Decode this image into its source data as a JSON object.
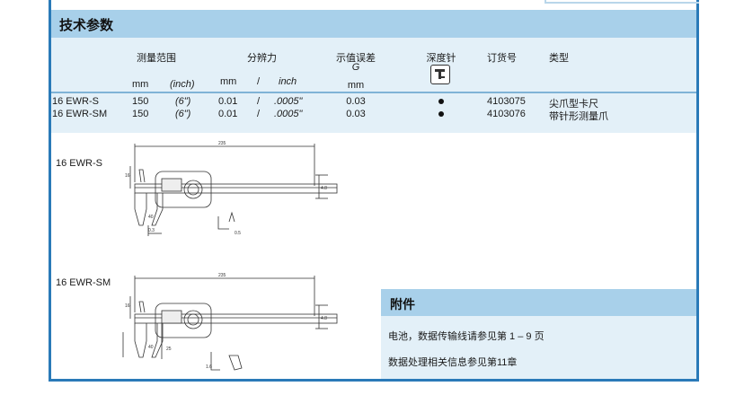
{
  "section_title": "技术参数",
  "table": {
    "headers": {
      "range": "测量范围",
      "resolution": "分辨力",
      "error": "示值误差",
      "error_symbol": "G",
      "depth_probe": "深度针",
      "order_no": "订货号",
      "type": "类型"
    },
    "units": {
      "range_mm": "mm",
      "range_inch": "(inch)",
      "res_mm": "mm",
      "res_sep": "/",
      "res_inch": "inch",
      "error_mm": "mm"
    },
    "rows": [
      {
        "model": "16 EWR-S",
        "range_mm": "150",
        "range_inch": "(6\")",
        "res_mm": "0.01",
        "sep": "/",
        "res_inch": ".0005\"",
        "error": "0.03",
        "order_no": "4103075",
        "type": "尖爪型卡尺"
      },
      {
        "model": "16 EWR-SM",
        "range_mm": "150",
        "range_inch": "(6\")",
        "res_mm": "0.01",
        "sep": "/",
        "res_inch": ".0005\"",
        "error": "0.03",
        "order_no": "4103076",
        "type": "带针形测量爪"
      }
    ]
  },
  "drawings": {
    "first_label": "16 EWR-S",
    "second_label": "16 EWR-SM",
    "dim_length": "235",
    "dim_a": "16",
    "dim_b": "4.8",
    "dim_c": "40",
    "dim_d": "0.3",
    "dim_e": "0.5",
    "dim_f": "25",
    "dim_g": "1.6"
  },
  "accessories": {
    "title": "附件",
    "line1": "电池，数据传输线请参见第 1 – 9 页",
    "line2": "数据处理相关信息参见第11章"
  }
}
